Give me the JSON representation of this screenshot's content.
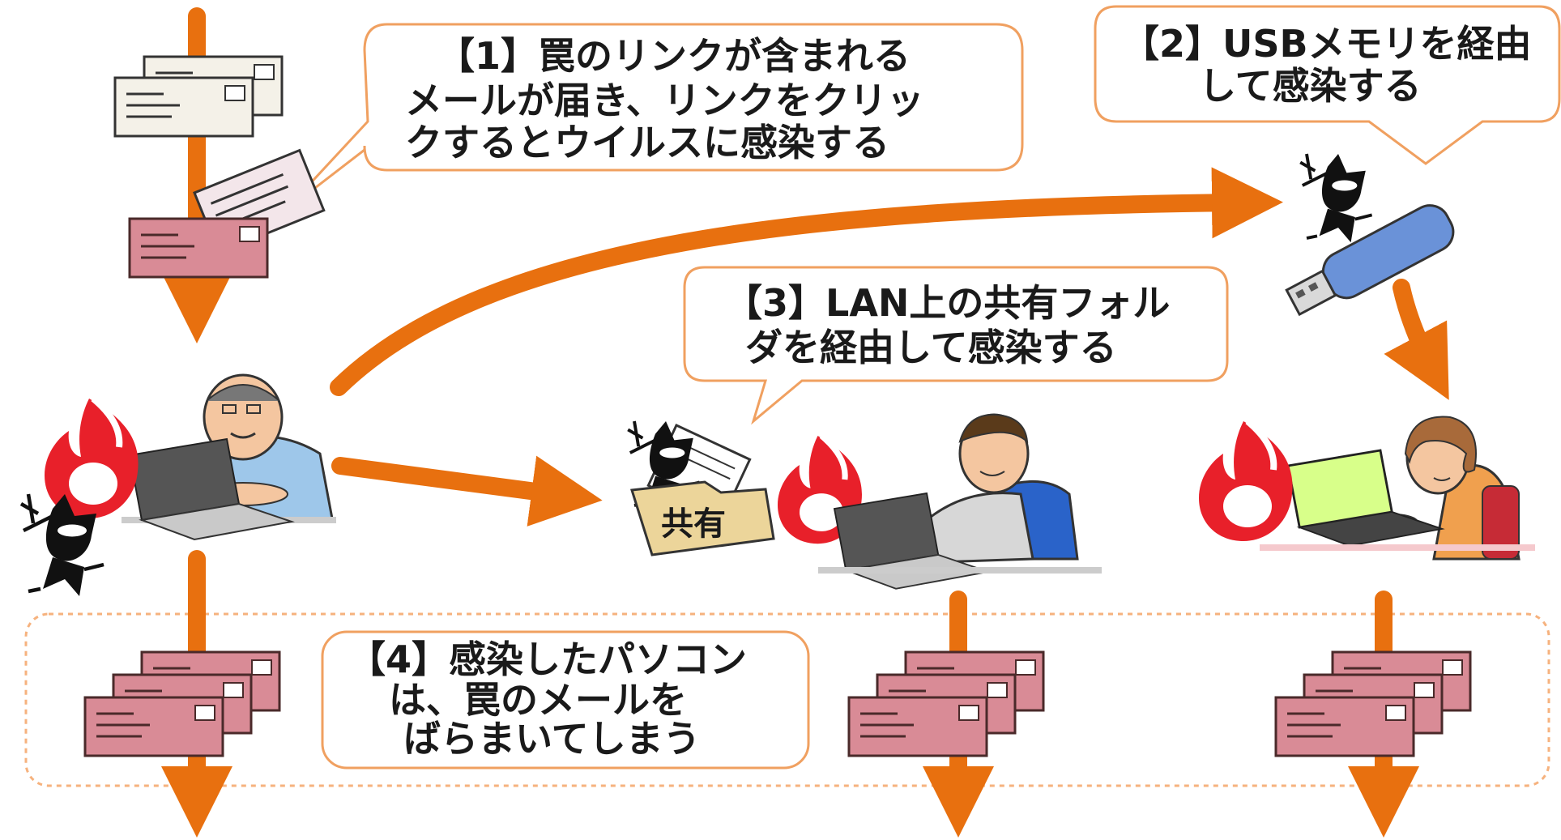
{
  "bubbles": {
    "b1": {
      "lines": [
        "【1】罠のリンクが含まれる",
        "メールが届き、リンクをクリッ",
        "クするとウイルスに感染する"
      ]
    },
    "b2": {
      "lines": [
        "【2】USBメモリを経由",
        "して感染する"
      ]
    },
    "b3": {
      "lines": [
        "【3】LAN上の共有フォル",
        "ダを経由して感染する"
      ]
    },
    "b4": {
      "lines": [
        "【4】感染したパソコン",
        "は、罠のメールを",
        "ばらまいてしまう"
      ]
    }
  },
  "shared_folder": {
    "label": "共有"
  },
  "colors": {
    "arrow": "#e8700f",
    "bubble_border": "#f0a060",
    "mail_pink": "#d98b96",
    "mail_white": "#f4f1e8",
    "flame": "#e8202a",
    "outline": "#333333",
    "dotted_zone": "#f6b27e"
  },
  "icons": [
    "envelope-icon",
    "infected-mail-icon",
    "flame-icon",
    "virus-devil-icon",
    "usb-memory-icon",
    "shared-folder-icon",
    "infected-man-icon",
    "office-worker-icon",
    "woman-user-icon",
    "laptop-icon"
  ]
}
